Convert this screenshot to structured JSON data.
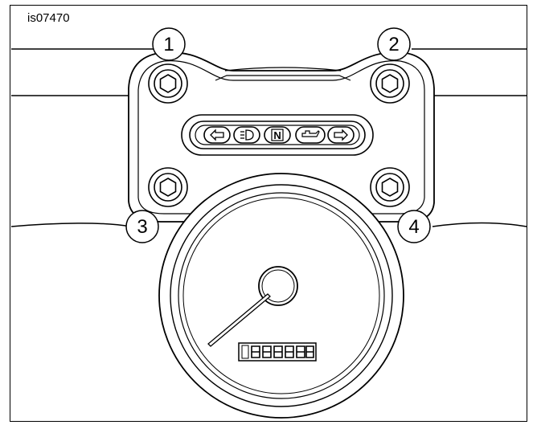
{
  "figure": {
    "id": "is07470"
  },
  "callouts": [
    {
      "label": "1"
    },
    {
      "label": "2"
    },
    {
      "label": "3"
    },
    {
      "label": "4"
    }
  ],
  "indicator_icons": [
    "left-turn-signal-icon",
    "high-beam-icon",
    "neutral-icon",
    "oil-pressure-icon",
    "right-turn-signal-icon"
  ],
  "indicator_text": {
    "neutral": "N"
  },
  "colors": {
    "line": "#000000",
    "background": "#ffffff",
    "shade": "#d9d9d9"
  }
}
